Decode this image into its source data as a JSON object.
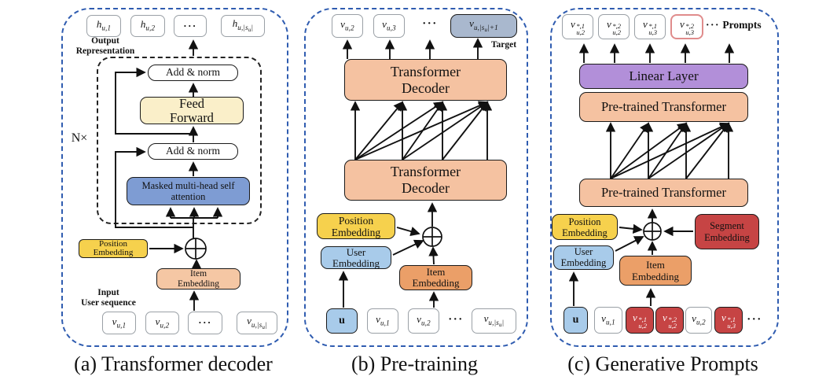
{
  "figure": {
    "colors": {
      "panel_border_blue": "#2f5cb0",
      "gray_box_border": "#9aa0a6",
      "feed_forward_fill": "#faefc9",
      "masked_attention_fill": "#7e9cd3",
      "position_embedding_fill": "#f6d14d",
      "item_embedding_light_fill": "#f5c7a4",
      "item_embedding_dark_fill": "#eb9f68",
      "user_embedding_fill": "#a8cbea",
      "transformer_fill": "#f5c2a1",
      "linear_layer_fill": "#b28fd9",
      "target_fill": "#a9b8ce",
      "prompt_red_fill": "#c64444",
      "prompt_outline_red": "#e08c8c"
    },
    "panel_a": {
      "caption": "(a) Transformer decoder",
      "output_label_line1": "Output",
      "output_label_line2": "Representation",
      "outputs": [
        {
          "b": "h",
          "sb": "u,1"
        },
        {
          "b": "h",
          "sb": "u,2"
        },
        {
          "dots": "···"
        },
        {
          "b": "h",
          "sb1": "u,|s",
          "sb2": "u",
          "sb3": "|"
        }
      ],
      "n_times": "N×",
      "add_norm_top": "Add & norm",
      "add_norm_bottom": "Add & norm",
      "feed_forward": "Feed Forward",
      "masked_attention": "Masked multi-head self attention",
      "position_embedding": "Position Embedding",
      "item_embedding": "Item Embedding",
      "input_label_line1": "Input",
      "input_label_line2": "User sequence",
      "inputs": [
        {
          "b": "v",
          "sb": "u,1"
        },
        {
          "b": "v",
          "sb": "u,2"
        },
        {
          "dots": "···"
        },
        {
          "b": "v",
          "sb1": "u,|s",
          "sb2": "u",
          "sb3": "|"
        }
      ]
    },
    "panel_b": {
      "caption": "(b) Pre-training",
      "outputs": [
        {
          "b": "v",
          "sb": "u,2"
        },
        {
          "b": "v",
          "sb": "u,3"
        },
        {
          "dots": "···"
        },
        {
          "b": "v",
          "sb1": "u,|s",
          "sb2": "u",
          "sb3": "|+1"
        }
      ],
      "target_label": "Target",
      "transformer_decoder": "Transformer Decoder",
      "position_embedding": "Position Embedding",
      "user_embedding": "User Embedding",
      "item_embedding": "Item Embedding",
      "inputs": [
        {
          "b": "u"
        },
        {
          "b": "v",
          "sb": "u,1"
        },
        {
          "b": "v",
          "sb": "u,2"
        },
        {
          "dots": "···"
        },
        {
          "b": "v",
          "sb1": "u,|s",
          "sb2": "u",
          "sb3": "|"
        }
      ]
    },
    "panel_c": {
      "caption": "(c) Generative Prompts",
      "outputs": [
        {
          "b": "v",
          "sp": "*,1",
          "sb": "u,2"
        },
        {
          "b": "v",
          "sp": "*,2",
          "sb": "u,2"
        },
        {
          "b": "v",
          "sp": "*,1",
          "sb": "u,3"
        },
        {
          "b": "v",
          "sp": "*,2",
          "sb": "u,3"
        }
      ],
      "prompts_dots": "···",
      "prompts_label": "Prompts",
      "linear_layer": "Linear Layer",
      "pretrained_transformer": "Pre-trained Transformer",
      "position_embedding": "Position Embedding",
      "user_embedding": "User Embedding",
      "segment_embedding": "Segment Embedding",
      "item_embedding": "Item Embedding",
      "inputs": [
        {
          "b": "u"
        },
        {
          "b": "v",
          "sb": "u,1"
        },
        {
          "b": "v",
          "sp": "*,1",
          "sb": "u,2"
        },
        {
          "b": "v",
          "sp": "*,2",
          "sb": "u,2"
        },
        {
          "b": "v",
          "sb": "u,2"
        },
        {
          "b": "v",
          "sp": "*,1",
          "sb": "u,3"
        },
        {
          "dots": "···"
        }
      ]
    }
  }
}
